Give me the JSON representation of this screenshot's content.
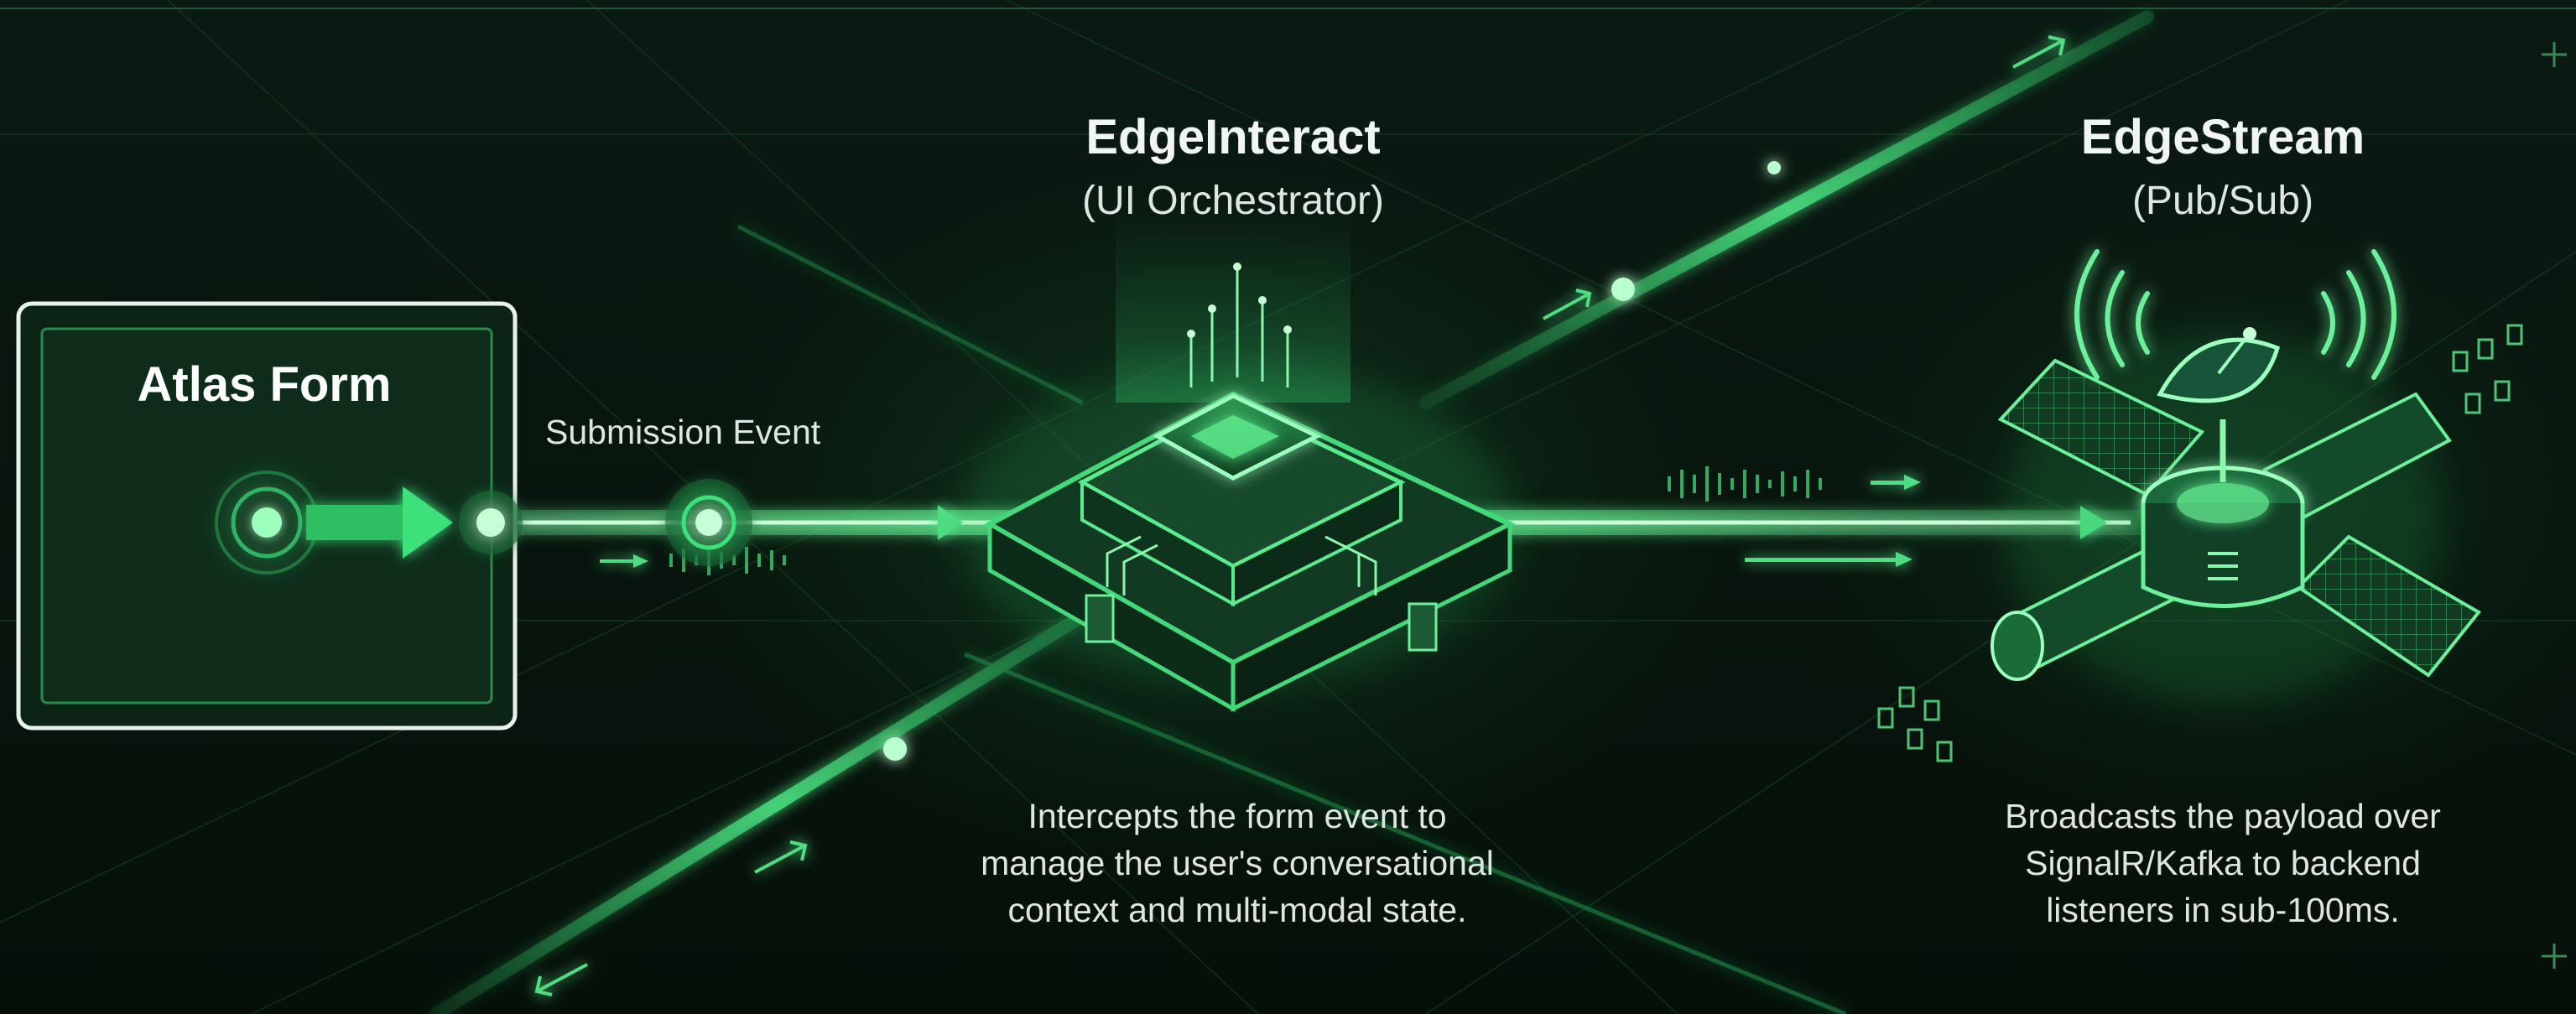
{
  "atlas_form": {
    "title": "Atlas Form"
  },
  "submission_event": {
    "label": "Submission Event"
  },
  "edge_interact": {
    "title": "EdgeInteract",
    "subtitle": "(UI Orchestrator)",
    "description_lines": [
      "Intercepts the form event to",
      "manage the user's conversational",
      "context and multi-modal state."
    ]
  },
  "edge_stream": {
    "title": "EdgeStream",
    "subtitle": "(Pub/Sub)",
    "description_lines": [
      "Broadcasts the payload over",
      "SignalR/Kafka to backend",
      "listeners in sub-100ms."
    ]
  },
  "colors": {
    "background": "#07140d",
    "accent_green": "#3ee07a",
    "glow_green": "#6dff9e",
    "line_green": "#2fbf62",
    "text": "#e6ece8"
  },
  "icons": {
    "form_node": "glowing-dot-icon",
    "orchestrator": "chip-stack-icon",
    "pubsub": "satellite-icon",
    "signal": "broadcast-waves-icon"
  }
}
